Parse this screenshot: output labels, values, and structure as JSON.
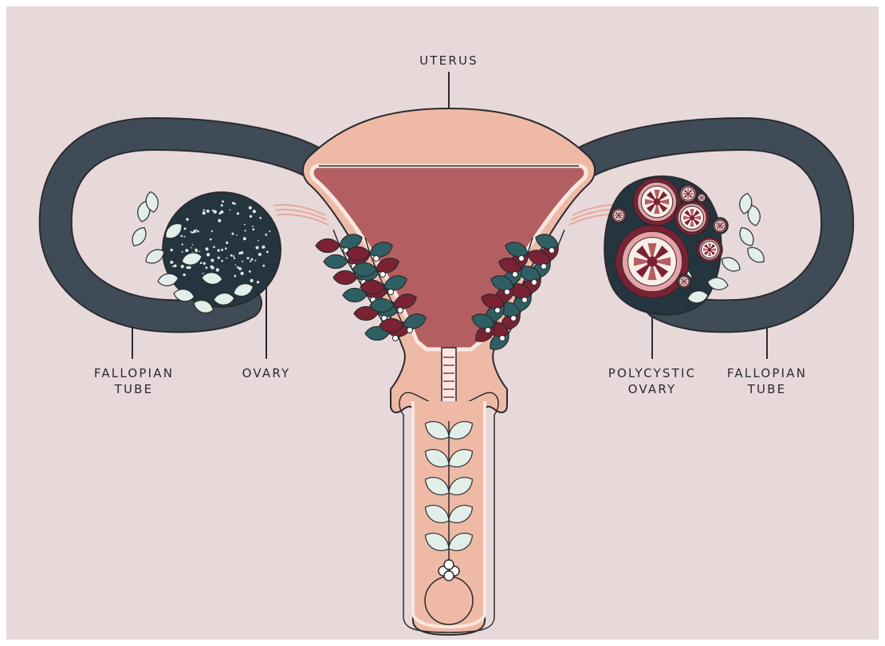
{
  "labels": {
    "uterus": "UTERUS",
    "left_tube": [
      "FALLOPIAN",
      "TUBE"
    ],
    "ovary": "OVARY",
    "polycystic": [
      "POLYCYSTIC",
      "OVARY"
    ],
    "right_tube": [
      "FALLOPIAN",
      "TUBE"
    ]
  },
  "colors": {
    "background": "#e7d9da",
    "tube": "#3f4c57",
    "uterus_outer": "#eebaa6",
    "uterus_inner": "#b35f61",
    "leaf_light": "#e2efe8",
    "leaf_teal": "#2f5f63",
    "leaf_maroon": "#7a2233",
    "outline": "#2b2a2e"
  }
}
